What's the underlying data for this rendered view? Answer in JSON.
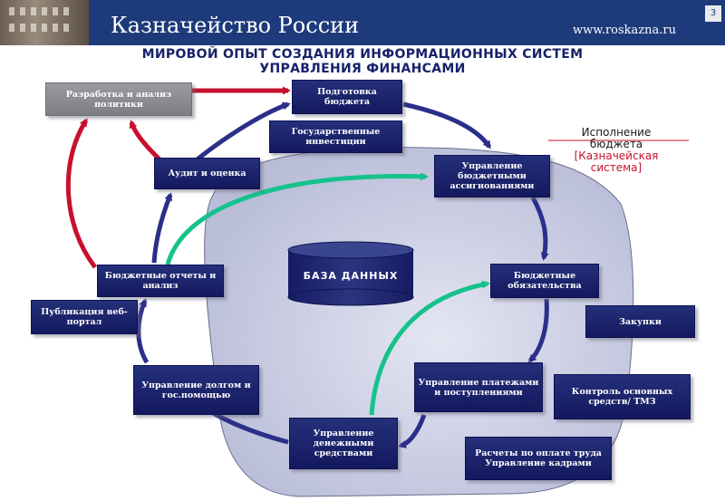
{
  "header": {
    "title": "Казначейство России",
    "url": "www.roskazna.ru",
    "page_number": "3"
  },
  "slide_title_line1": "МИРОВОЙ ОПЫТ СОЗДАНИЯ ИНФОРМАЦИОННЫХ СИСТЕМ",
  "slide_title_line2": "УПРАВЛЕНИЯ ФИНАНСАМИ",
  "boxes": {
    "policy": "Разработка и анализ политики",
    "budget_prep": "Подготовка бюджета",
    "gov_invest": "Государственные инвестиции",
    "audit": "Аудит и оценка",
    "allocations": "Управление бюджетными ассигнованиями",
    "reports": "Бюджетные отчеты и анализ",
    "publication": "Публикация веб-портал",
    "obligations": "Бюджетные обязательства",
    "procurement": "Закупки",
    "debt": "Управление долгом и гос.помощью",
    "payments": "Управление платежами и поступлениями",
    "assets": "Контроль основных средств/ ТМЗ",
    "cash": "Управление денежными средствами",
    "payroll": "Расчеты по оплате труда Управление кадрами"
  },
  "execution_label": {
    "line1": "Исполнение",
    "line2": "бюджета",
    "line3": "[Казначейская",
    "line4": "система]"
  },
  "database_label": "БАЗА ДАННЫХ",
  "colors": {
    "header_bg": "#1d3a7a",
    "box_dark": "#1a1f66",
    "box_gray": "#8a8a90",
    "arrow_blue": "#2b2f8a",
    "arrow_red": "#c8102e",
    "arrow_teal": "#16c28c",
    "region_fill": "#c9cee6"
  }
}
